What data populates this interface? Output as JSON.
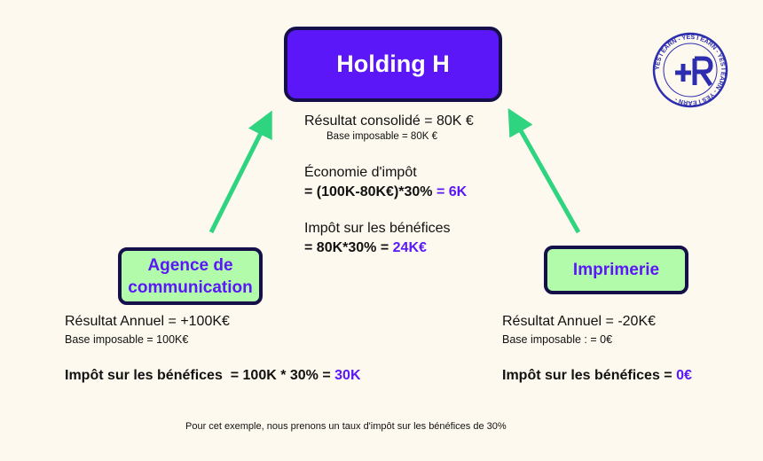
{
  "holding": {
    "title": "Holding H",
    "resultat": "Résultat consolidé = 80K €",
    "base": "Base imposable = 80K €",
    "economie_label": "Économie d'impôt",
    "economie_formula": "= (100K-80K€)*30%",
    "economie_result": "= 6K",
    "impot_label": "Impôt sur les bénéfices",
    "impot_formula": "= 80K*30% =",
    "impot_result": "24K€"
  },
  "agence": {
    "title_line1": "Agence de",
    "title_line2": "communication",
    "resultat": "Résultat Annuel = +100K€",
    "base": "Base imposable = 100K€",
    "impot_formula": "Impôt sur les bénéfices  = 100K * 30% =",
    "impot_result": "30K"
  },
  "imprimerie": {
    "title": "Imprimerie",
    "resultat": "Résultat Annuel = -20K€",
    "base": "Base imposable : = 0€",
    "impot_formula": "Impôt sur les bénéfices =",
    "impot_result": "0€"
  },
  "footnote": "Pour cet exemple, nous prenons un taux d'impôt sur les bénéfices de 30%",
  "logo": {
    "text": "YES I EARN",
    "monogram": "+R"
  },
  "colors": {
    "accent": "#5b17f7",
    "arrow": "#2fd481",
    "box": "#b2fbaa"
  }
}
